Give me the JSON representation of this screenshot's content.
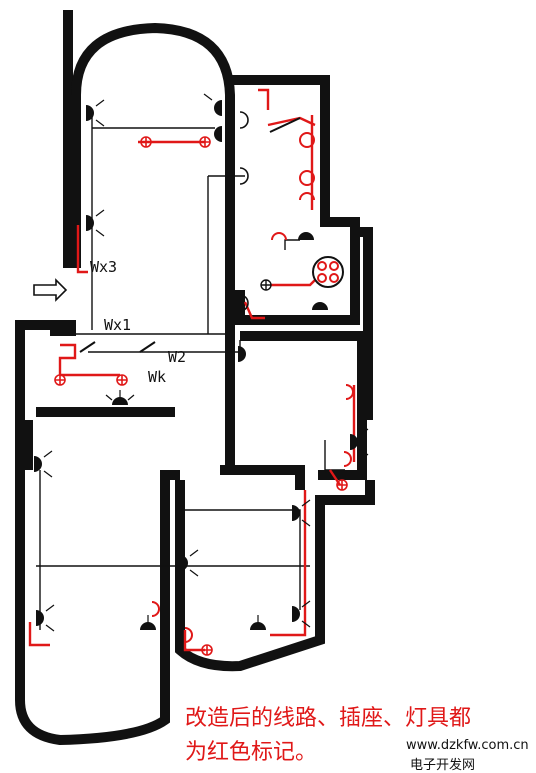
{
  "labels": {
    "wx3": "Wx3",
    "wx1": "Wx1",
    "w2": "W2",
    "wk": "Wk"
  },
  "caption": {
    "line1": "改造后的线路、插座、灯具都",
    "line2": "为红色标记。"
  },
  "watermark": {
    "url": "www.dzkfw.com.cn",
    "site_name": "电子开发网"
  },
  "colors": {
    "wall": "#111111",
    "modified": "#e01818",
    "background": "#ffffff"
  }
}
